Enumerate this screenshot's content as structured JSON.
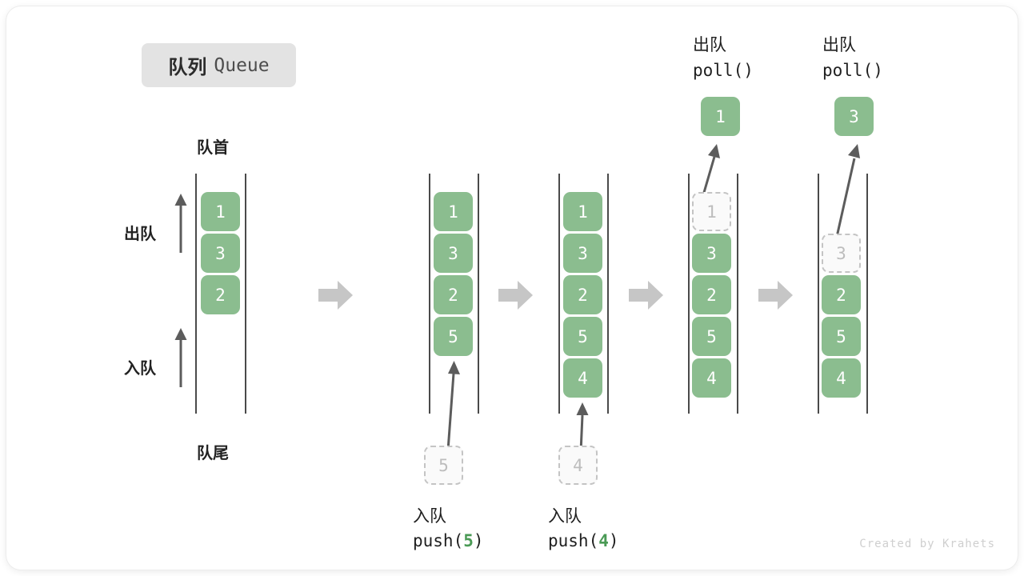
{
  "title": {
    "cn": "队列",
    "en": "Queue"
  },
  "labels": {
    "head": "队首",
    "tail": "队尾",
    "dequeue": "出队",
    "enqueue": "入队"
  },
  "colors": {
    "box_fill": "#8bbd8f",
    "box_text": "#ffffff",
    "ghost_fill": "#fafafa",
    "ghost_border": "#c4c4c4",
    "ghost_text": "#bdbdbd",
    "rail": "#4a4a4a",
    "arrow": "#5c5c5c",
    "block_arrow": "#c6c6c6",
    "chip_bg": "#e3e3e3",
    "accent_number": "#4a9a55"
  },
  "columns": [
    {
      "name": "initial",
      "items": [
        {
          "v": "1",
          "ghost": false
        },
        {
          "v": "3",
          "ghost": false
        },
        {
          "v": "2",
          "ghost": false
        }
      ]
    },
    {
      "name": "after-push-5",
      "items": [
        {
          "v": "1",
          "ghost": false
        },
        {
          "v": "3",
          "ghost": false
        },
        {
          "v": "2",
          "ghost": false
        },
        {
          "v": "5",
          "ghost": false
        }
      ]
    },
    {
      "name": "after-push-4",
      "items": [
        {
          "v": "1",
          "ghost": false
        },
        {
          "v": "3",
          "ghost": false
        },
        {
          "v": "2",
          "ghost": false
        },
        {
          "v": "5",
          "ghost": false
        },
        {
          "v": "4",
          "ghost": false
        }
      ]
    },
    {
      "name": "poll-1",
      "items": [
        {
          "v": "1",
          "ghost": true
        },
        {
          "v": "3",
          "ghost": false
        },
        {
          "v": "2",
          "ghost": false
        },
        {
          "v": "5",
          "ghost": false
        },
        {
          "v": "4",
          "ghost": false
        }
      ]
    },
    {
      "name": "poll-3",
      "items": [
        {
          "v": "",
          "ghost": false
        },
        {
          "v": "3",
          "ghost": true
        },
        {
          "v": "2",
          "ghost": false
        },
        {
          "v": "5",
          "ghost": false
        },
        {
          "v": "4",
          "ghost": false
        }
      ]
    }
  ],
  "operations": {
    "push5": {
      "cn": "入队",
      "code_prefix": "push(",
      "code_value": "5",
      "code_suffix": ")",
      "ghost_value": "5"
    },
    "push4": {
      "cn": "入队",
      "code_prefix": "push(",
      "code_value": "4",
      "code_suffix": ")",
      "ghost_value": "4"
    },
    "poll1": {
      "cn": "出队",
      "code": "poll()",
      "out_value": "1"
    },
    "poll3": {
      "cn": "出队",
      "code": "poll()",
      "out_value": "3"
    }
  },
  "credit": "Created by Krahets"
}
